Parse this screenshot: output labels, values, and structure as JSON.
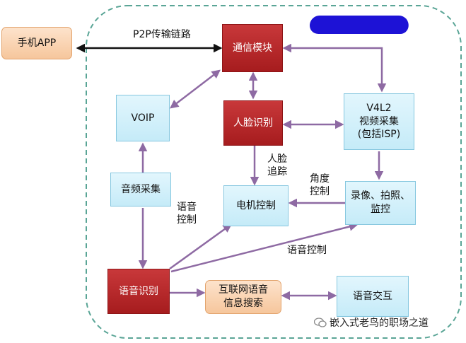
{
  "nodes": {
    "phone_app": "手机APP",
    "comm_module": "通信模块",
    "voip": "VOIP",
    "face_recognition": "人脸识别",
    "v4l2": "V4L2\n视频采集\n(包括ISP)",
    "audio_capture": "音频采集",
    "motor_control": "电机控制",
    "record_photo_monitor": "录像、拍照、\n监控",
    "speech_recognition": "语音识别",
    "internet_voice_search": "互联网语音\n信息搜索",
    "voice_interaction": "语音交互"
  },
  "labels": {
    "p2p_link": "P2P传输链路",
    "face_tracking": "人脸\n追踪",
    "angle_control": "角度\n控制",
    "voice_control_left": "语音\n控制",
    "voice_control_right": "语音控制"
  },
  "watermark": "嵌入式老鸟的职场之道",
  "colors": {
    "arrow": "#8e6aa3",
    "dashed_border": "#5aa596",
    "red_box": "#b3262a",
    "blue_box": "#d4effa",
    "orange_box": "#f9d2b0"
  }
}
